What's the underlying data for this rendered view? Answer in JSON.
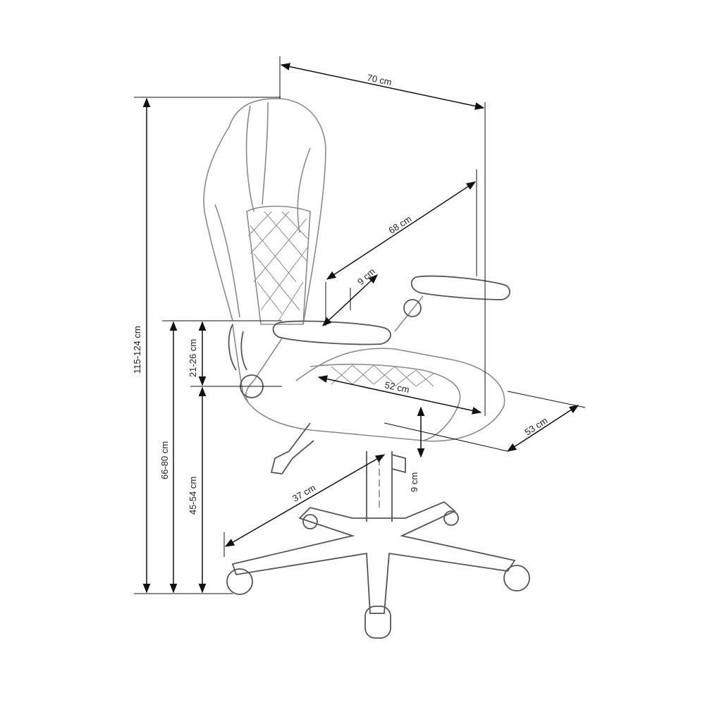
{
  "dimensions": {
    "width": "70 cm",
    "backrest_height": "68 cm",
    "backrest_offset": "9 cm",
    "seat_depth": "52 cm",
    "seat_width": "53 cm",
    "armrest_height_offset": "9 cm",
    "base_radius": "37 cm",
    "total_height": "115-124 cm",
    "armrest_height": "66-80 cm",
    "armrest_above_seat": "21-26 cm",
    "seat_height": "45-54 cm"
  }
}
